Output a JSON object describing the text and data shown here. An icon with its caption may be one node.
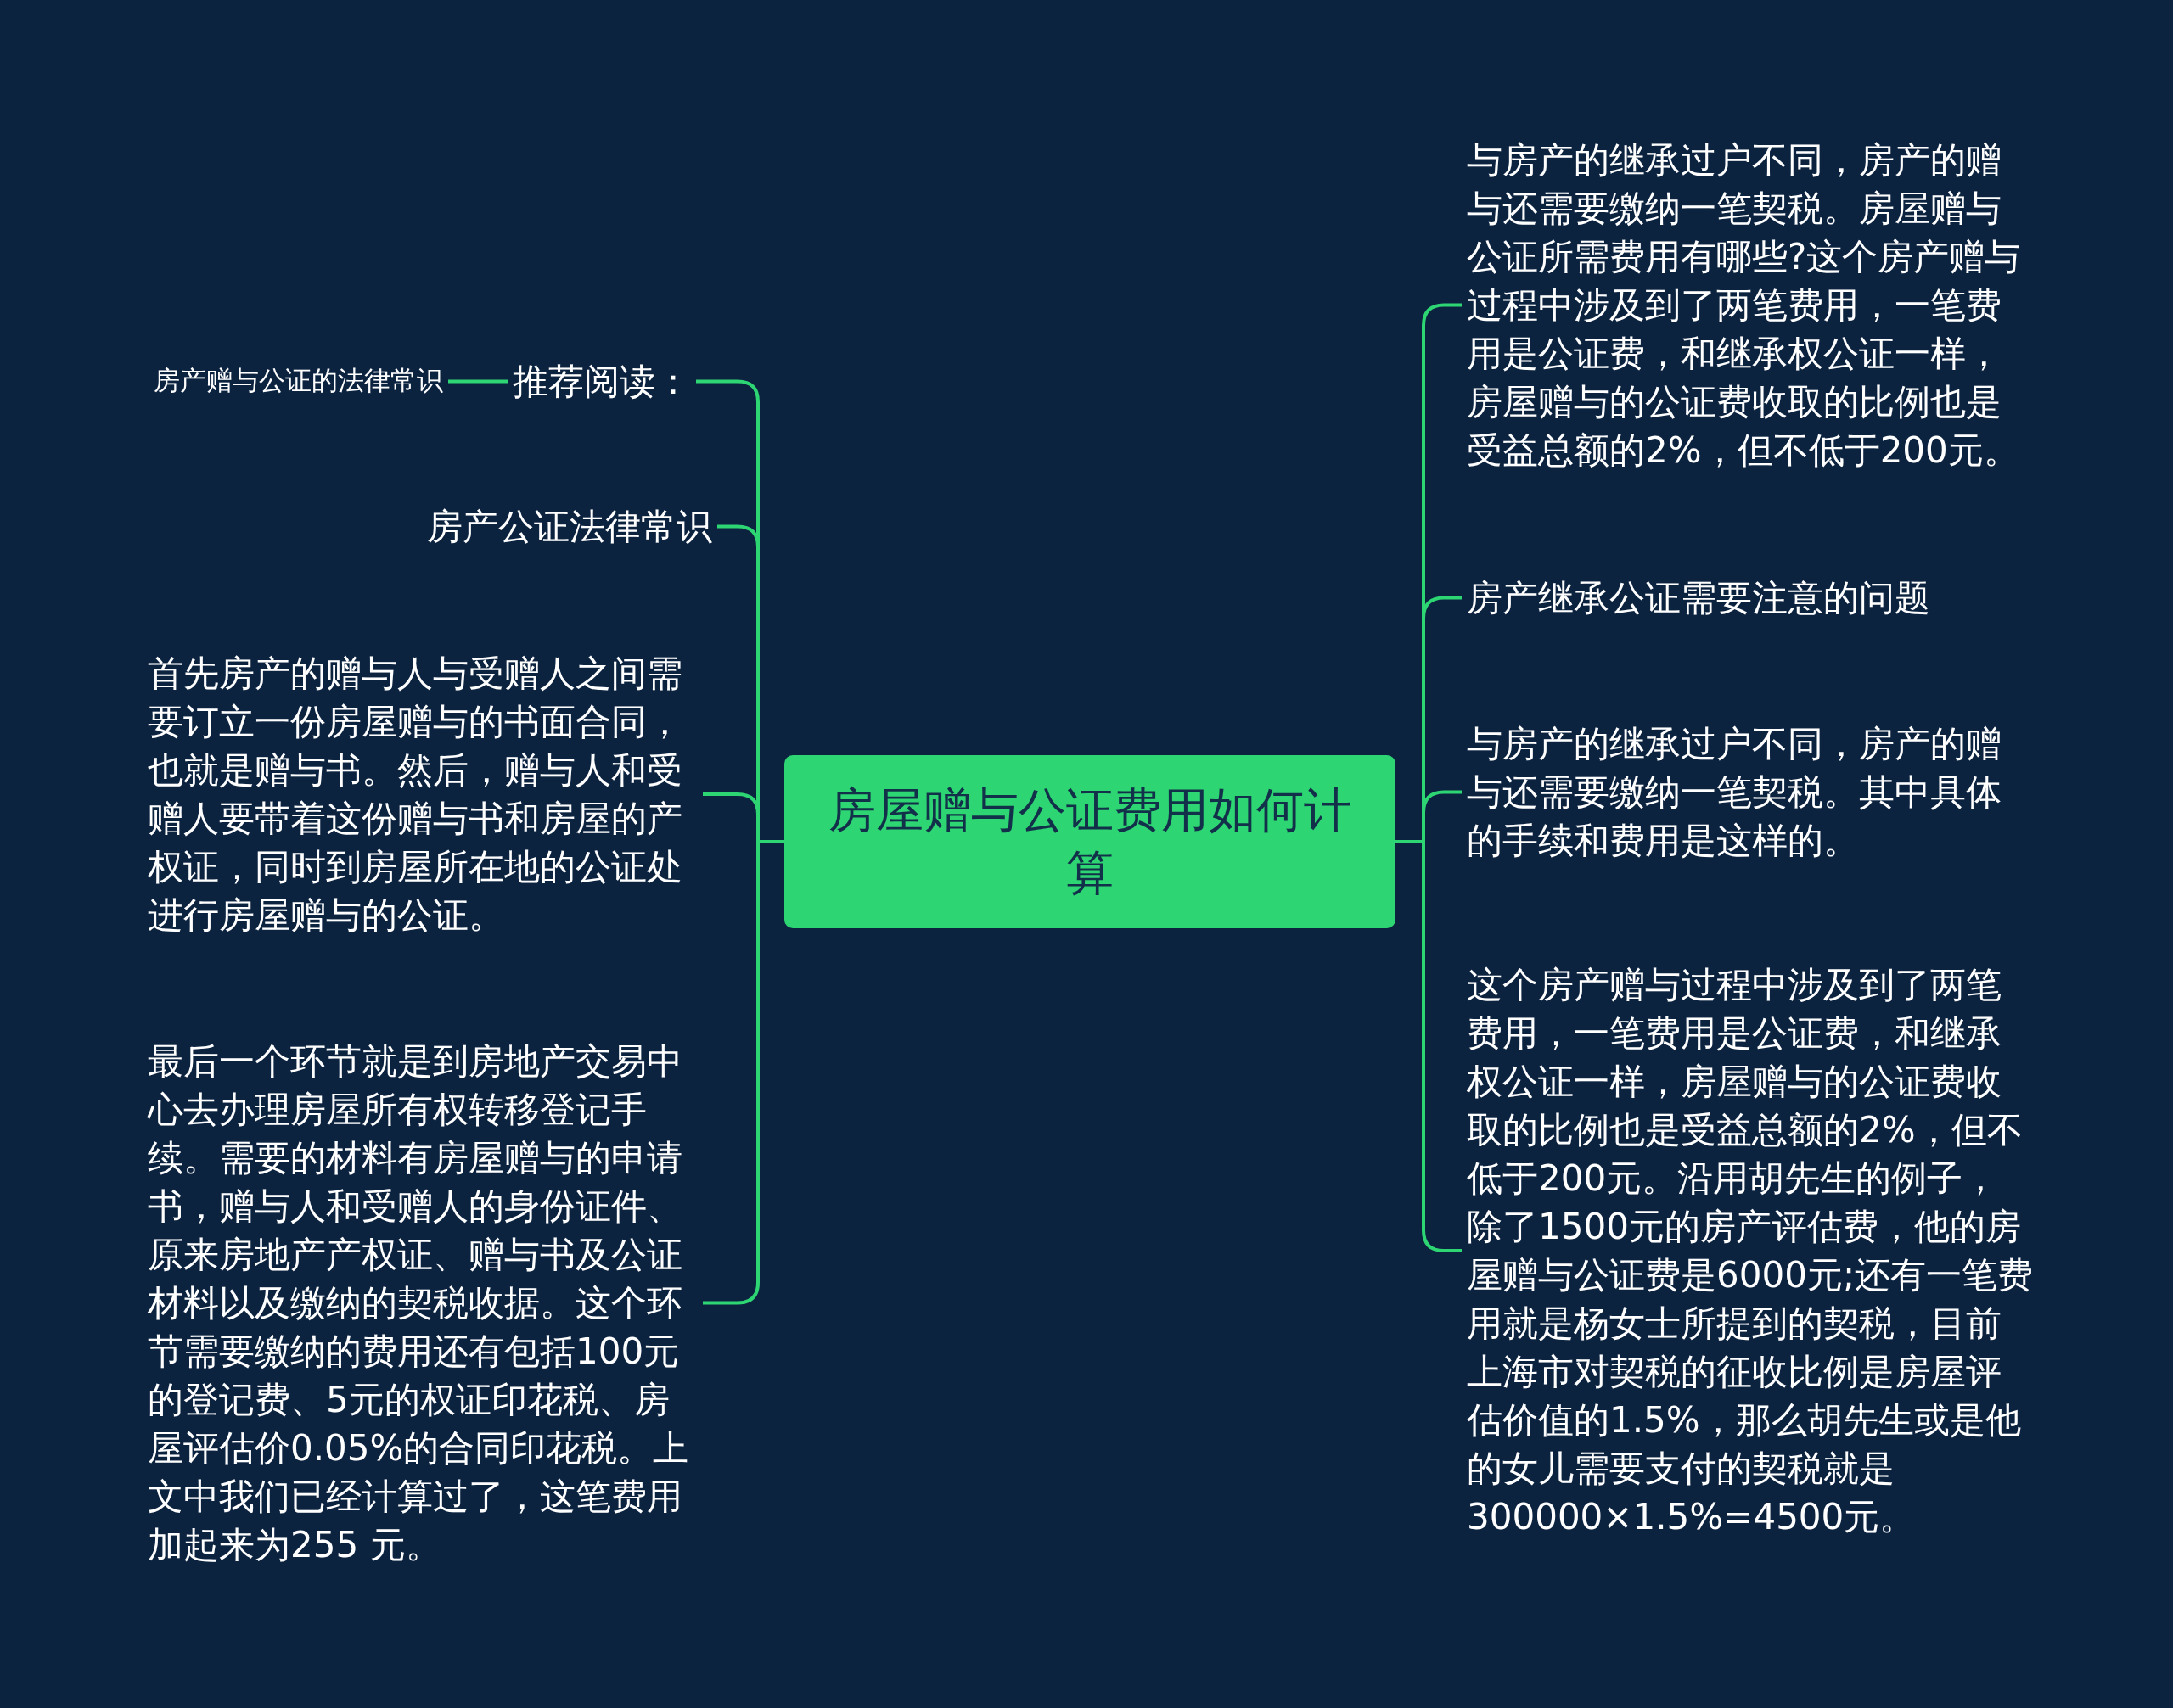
{
  "diagram": {
    "nodes": [
      {
        "text": [
          "房屋赠与公证费用如何计算"
        ]
      },
      {
        "text": [
          "推荐阅读："
        ]
      },
      {
        "text": [
          "房产赠与公证的法律常识"
        ]
      },
      {
        "text": [
          "房产公证法律常识"
        ]
      },
      {
        "text": [
          "首先房产的赠与人与受赠人之间需要订立一份房屋赠与的书面合同，也就是赠与书。然后，赠与人和受赠人要带着这份赠与书和房屋的产权证，同时到房屋所在地的公证处进行房屋赠与的公证。"
        ]
      },
      {
        "text": [
          "最后一个环节就是到房地产交易中心去办理房屋所有权转移登记手续。需要的材料有房屋赠与的申请书，赠与人和受赠人的身份证件、原来房地产产权证、赠与书及公证材料以及缴纳的契税收据。这个环节需要缴纳的费用还有包括100元的登记费、5元的权证印花税、房屋评估价0.05%的合同印花税。上文中我们已经计算过了，这笔费用加起来为255 元。"
        ]
      },
      {
        "text": [
          "与房产的继承过户不同，房产的赠与还需要缴纳一笔契税。房屋赠与公证所需费用有哪些?这个房产赠与过程中涉及到了两笔费用，一笔费用是公证费，和继承权公证一样，房屋赠与的公证费收取的比例也是受益总额的2%，但不低于200元。"
        ]
      },
      {
        "text": [
          "房产继承公证需要注意的问题"
        ]
      },
      {
        "text": [
          "与房产的继承过户不同，房产的赠与还需要缴纳一笔契税。其中具体的手续和费用是这样的。"
        ]
      },
      {
        "text": [
          "这个房产赠与过程中涉及到了两笔费用，一笔费用是公证费，和继承权公证一样，房屋赠与的公证费收取的比例也是受益总额的2%，但不低于200元。沿用胡先生的例子，除了1500元的房产评估费，他的房屋赠与公证费是6000元;还有一笔费用就是杨女士所提到的契税，目前上海市对契税的征收比例是房屋评估价值的1.5%，那么胡先生或是他的女儿需要支付的契税就是300000×1.5%=4500元。"
        ]
      }
    ],
    "edges": [
      {
        "from": 0,
        "to": 1,
        "arrow": "none"
      },
      {
        "from": 1,
        "to": 2,
        "arrow": "none"
      },
      {
        "from": 0,
        "to": 3,
        "arrow": "none"
      },
      {
        "from": 0,
        "to": 4,
        "arrow": "none"
      },
      {
        "from": 0,
        "to": 5,
        "arrow": "none"
      },
      {
        "from": 0,
        "to": 6,
        "arrow": "none"
      },
      {
        "from": 0,
        "to": 7,
        "arrow": "none"
      },
      {
        "from": 0,
        "to": 8,
        "arrow": "none"
      },
      {
        "from": 0,
        "to": 9,
        "arrow": "none"
      }
    ]
  }
}
